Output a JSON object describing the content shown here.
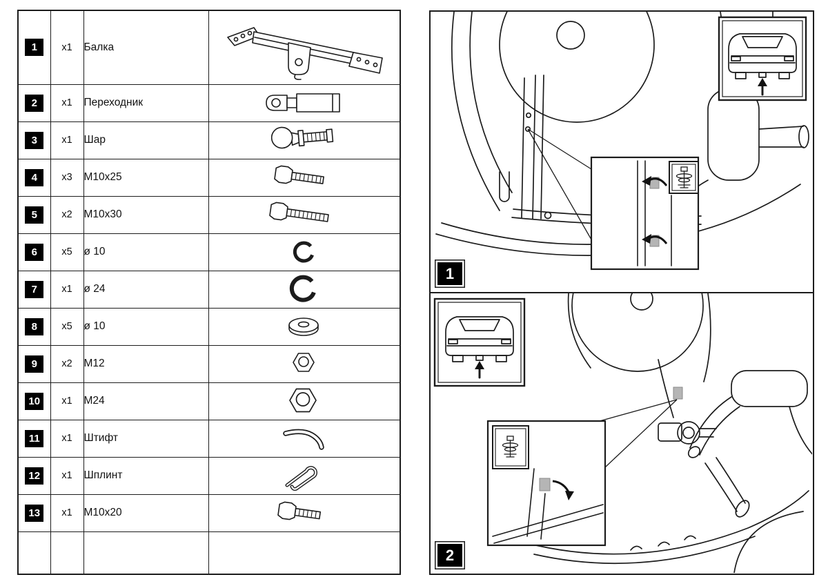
{
  "parts_table": {
    "rows": [
      {
        "num": "1",
        "qty": "x1",
        "name": "Балка",
        "icon": "beam-icon"
      },
      {
        "num": "2",
        "qty": "x1",
        "name": "Переходник",
        "icon": "adapter-icon"
      },
      {
        "num": "3",
        "qty": "x1",
        "name": "Шар",
        "icon": "tow-ball-icon"
      },
      {
        "num": "4",
        "qty": "x3",
        "name": "M10x25",
        "icon": "hex-bolt-icon"
      },
      {
        "num": "5",
        "qty": "x2",
        "name": "M10x30",
        "icon": "hex-bolt-icon"
      },
      {
        "num": "6",
        "qty": "x5",
        "name": "ø 10",
        "icon": "spring-washer-icon"
      },
      {
        "num": "7",
        "qty": "x1",
        "name": "ø 24",
        "icon": "spring-washer-icon"
      },
      {
        "num": "8",
        "qty": "x5",
        "name": "ø 10",
        "icon": "flat-washer-icon"
      },
      {
        "num": "9",
        "qty": "x2",
        "name": "M12",
        "icon": "hex-nut-icon"
      },
      {
        "num": "10",
        "qty": "x1",
        "name": "M24",
        "icon": "hex-nut-icon"
      },
      {
        "num": "11",
        "qty": "x1",
        "name": "Штифт",
        "icon": "pin-icon"
      },
      {
        "num": "12",
        "qty": "x1",
        "name": "Шплинт",
        "icon": "cotter-pin-icon"
      },
      {
        "num": "13",
        "qty": "x1",
        "name": "M10x20",
        "icon": "hex-bolt-icon"
      },
      {
        "num": "",
        "qty": "",
        "name": "",
        "icon": ""
      }
    ]
  },
  "panels": [
    {
      "label": "1"
    },
    {
      "label": "2"
    }
  ],
  "colors": {
    "line": "#1c1c1c",
    "badge_bg": "#000000",
    "badge_text": "#ffffff",
    "tab_gray": "#b5b5b5"
  }
}
